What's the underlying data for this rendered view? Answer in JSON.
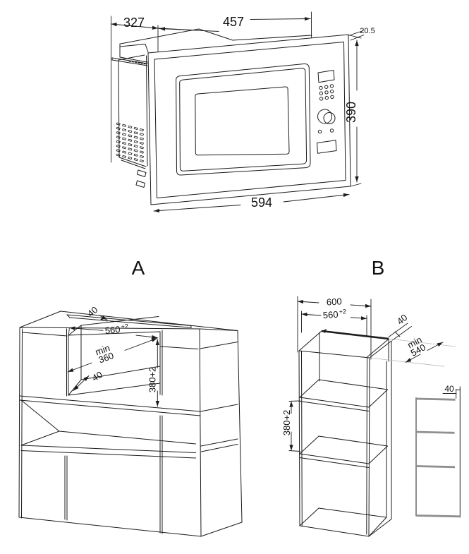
{
  "sections": {
    "a_label": "A",
    "b_label": "B"
  },
  "microwave_view": {
    "dims": {
      "body_depth": "327",
      "body_width": "457",
      "frame_overhang": "20.5",
      "frame_height": "390",
      "frame_width": "594"
    }
  },
  "cabinet_a_view": {
    "dims": {
      "top_vent_slot": "40",
      "niche_width": "560",
      "niche_width_tolerance": "+2",
      "depth_min_label": "min",
      "depth_min_value": "360",
      "floor_front_gap": "40",
      "niche_height": "380+2"
    }
  },
  "cabinet_b_view": {
    "dims": {
      "cabinet_width": "600",
      "niche_width": "560",
      "niche_width_tolerance": "+2",
      "top_rear_gap": "40",
      "depth_min_label": "min",
      "depth_min_value": "540",
      "compartment_height": "380+2",
      "side_rear_gap": "40"
    }
  },
  "colors": {
    "line": "#1c1c1c",
    "shelf_gray": "#8f8f8f",
    "faint": "#b9b9b9",
    "text": "#111111",
    "background": "#ffffff"
  }
}
